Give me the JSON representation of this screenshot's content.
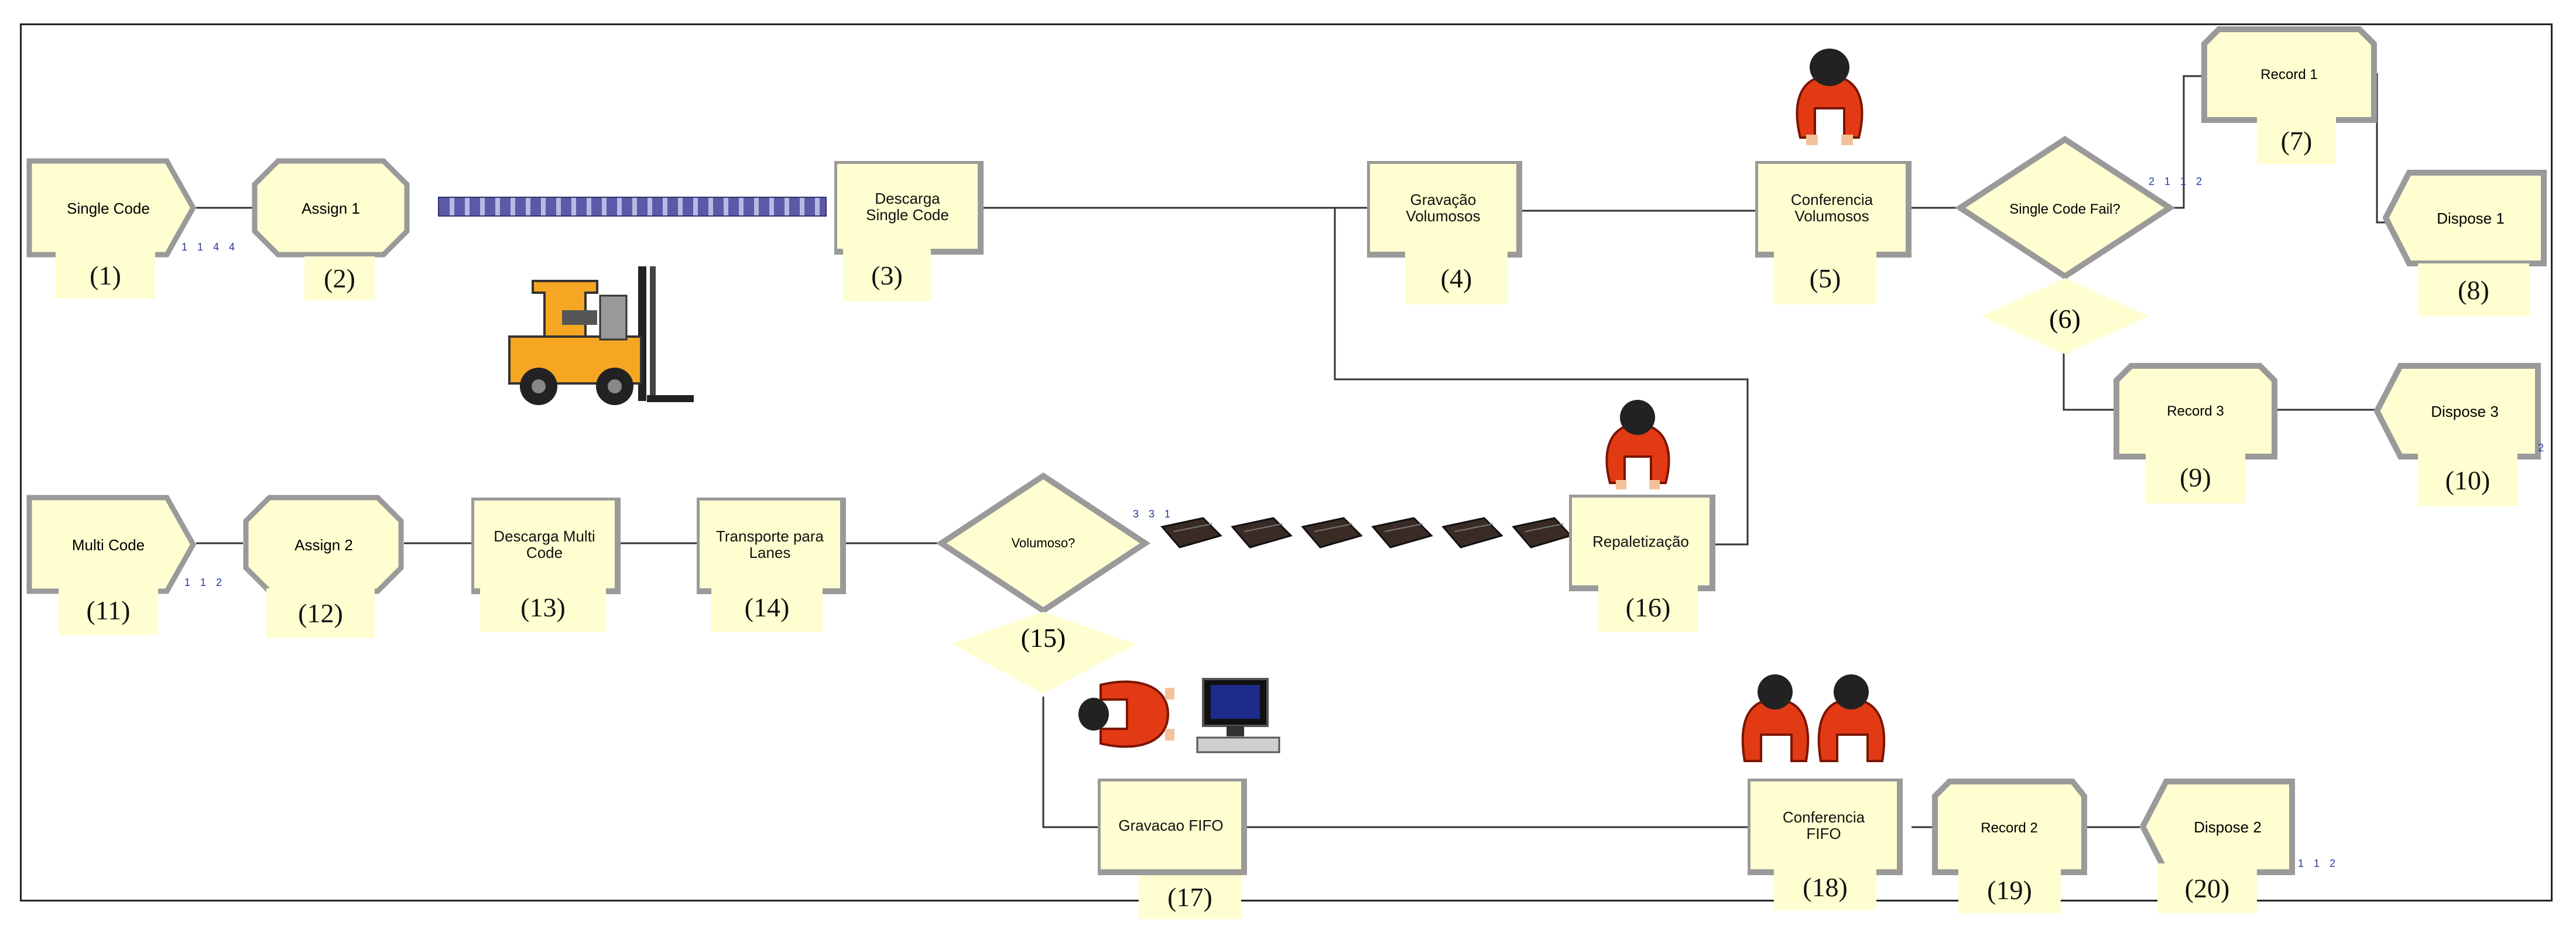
{
  "blocks": {
    "b1": {
      "name": "Single Code",
      "num": "(1)"
    },
    "b2": {
      "name": "Assign 1",
      "num": "(2)"
    },
    "b3": {
      "name": "Descarga\nSingle Code",
      "num": "(3)"
    },
    "b4": {
      "name": "Gravação\nVolumosos",
      "num": "(4)"
    },
    "b5": {
      "name": "Conferencia\nVolumosos",
      "num": "(5)"
    },
    "b6": {
      "name": "Single Code Fail?",
      "num": "(6)"
    },
    "b7": {
      "name": "Record 1",
      "num": "(7)"
    },
    "b8": {
      "name": "Dispose 1",
      "num": "(8)"
    },
    "b9": {
      "name": "Record 3",
      "num": "(9)"
    },
    "b10": {
      "name": "Dispose 3",
      "num": "(10)"
    },
    "b11": {
      "name": "Multi Code",
      "num": "(11)"
    },
    "b12": {
      "name": "Assign 2",
      "num": "(12)"
    },
    "b13": {
      "name": "Descarga Multi\nCode",
      "num": "(13)"
    },
    "b14": {
      "name": "Transporte para\nLanes",
      "num": "(14)"
    },
    "b15": {
      "name": "Volumoso?",
      "num": "(15)"
    },
    "b16": {
      "name": "Repaletização",
      "num": "(16)"
    },
    "b17": {
      "name": "Gravacao FIFO",
      "num": "(17)"
    },
    "b18": {
      "name": "Conferencia\nFIFO",
      "num": "(18)"
    },
    "b19": {
      "name": "Record 2",
      "num": "(19)"
    },
    "b20": {
      "name": "Dispose 2",
      "num": "(20)"
    }
  },
  "counters": {
    "c1": "1 1 4 4",
    "c6": "2 1 1 2",
    "c10": "2",
    "c11": "1 1 2",
    "c15": "3 3 1",
    "c20": "1 1 2"
  },
  "colors": {
    "block_fill": "#fefed0",
    "block_border": "#9a9a9a",
    "worker": "#e23a14",
    "forklift": "#f5a623",
    "queue": "#5a5aa8"
  },
  "icons": [
    "forklift-icon",
    "worker-icon",
    "computer-icon",
    "pallet-icon"
  ]
}
